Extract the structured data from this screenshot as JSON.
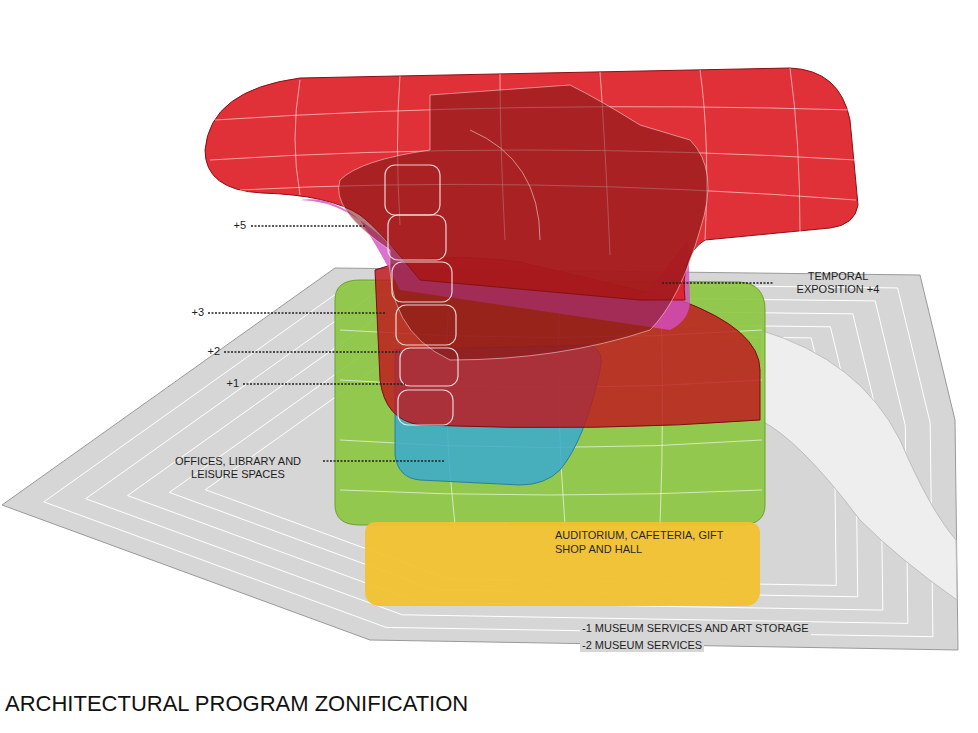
{
  "diagram": {
    "title": "ARCHITECTURAL PROGRAM ZONIFICATION",
    "nodes": [
      {
        "text": [
          "AUDITORIUM, CAFETERIA, GIFT SHOP AND HALL"
        ]
      }
    ],
    "labels": [
      "+5",
      "TEMPORAL EXPOSITION +4",
      "+3",
      "+2",
      "+1",
      "OFFICES, LIBRARY AND LEISURE SPACES",
      "-1 MUSEUM SERVICES AND ART STORAGE",
      "-2 MUSEUM SERVICES"
    ]
  }
}
